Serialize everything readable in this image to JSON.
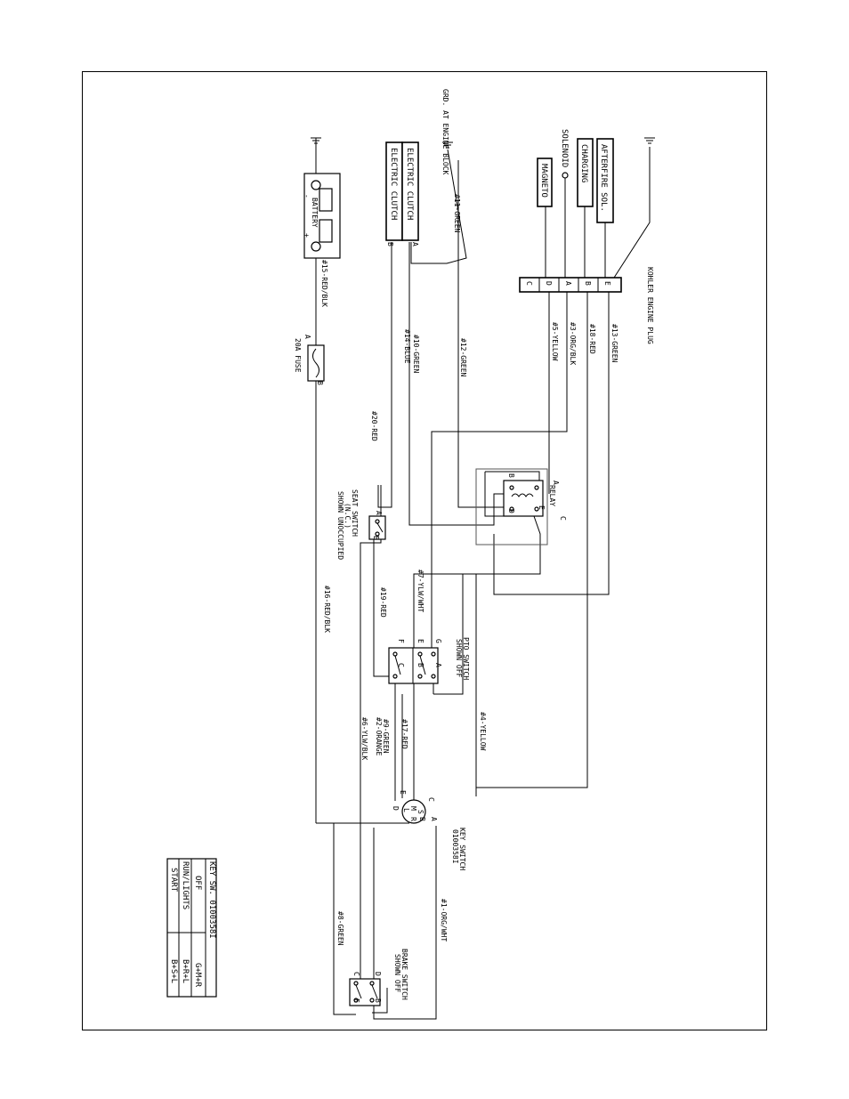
{
  "diagram": {
    "grounds": {
      "ground_engine_label": "GRD. AT ENGINE BLOCK"
    },
    "components": {
      "battery": {
        "label": "BATTERY",
        "minus": "-",
        "plus": "+"
      },
      "electric_clutch_1": "ELECTRIC CLUTCH",
      "electric_clutch_2": "ELECTRIC CLUTCH",
      "magneto": "MAGNETO",
      "charging": "CHARGING",
      "afterfire": "AFTERFIRE SOL.",
      "solenoid": "SOLENOID",
      "kohler_plug": "KOHLER ENGINE PLUG",
      "fuse": "20A FUSE",
      "relay": "RELAY",
      "seat_switch_1": "SEAT SWITCH",
      "seat_switch_2": "(N.C.)",
      "seat_switch_3": "SHOWN UNOCCUPIED",
      "pto_switch_1": "PTO SWITCH",
      "pto_switch_2": "SHOWN OFF",
      "key_switch_1": "KEY SWITCH",
      "key_switch_2": "0100358I",
      "brake_switch_1": "BRAKE SWITCH",
      "brake_switch_2": "SHOWN OFF"
    },
    "plug_pins": [
      "C",
      "D",
      "A",
      "B",
      "E"
    ],
    "wires": {
      "w11": "#11-GREEN",
      "w15a": "#15-RED/BLK",
      "w15b": "#16-RED/BLK",
      "w14": "#14-BLUE",
      "w10": "#10-GREEN",
      "w12": "#12-GREEN",
      "w5": "#5-YELLOW",
      "w3": "#3-ORG/BLK",
      "w18": "#18-RED",
      "w13": "#13-GREEN",
      "w20": "#20-RED",
      "w7": "#7-YLW/WHT",
      "w19": "#19-RED",
      "w4": "#4-YELLOW",
      "w17": "#17-RED",
      "w9": "#9-GREEN",
      "w2": "#2-ORANGE",
      "w6": "#6-YLW/BLK",
      "w8": "#8-GREEN",
      "w1": "#1-ORG/WHT"
    },
    "terminals": {
      "a": "A",
      "b": "B",
      "c": "C",
      "d": "D",
      "e": "E",
      "f": "F",
      "g": "G",
      "m": "M",
      "s": "S",
      "l": "L",
      "r": "R"
    },
    "key_table": {
      "title": "KEY SW. 0100358I",
      "rows": [
        {
          "position": "OFF",
          "contacts": "G+M+R"
        },
        {
          "position": "RUN/LIGHTS",
          "contacts": "B+R+L"
        },
        {
          "position": "START",
          "contacts": "B+S+L"
        }
      ]
    }
  }
}
